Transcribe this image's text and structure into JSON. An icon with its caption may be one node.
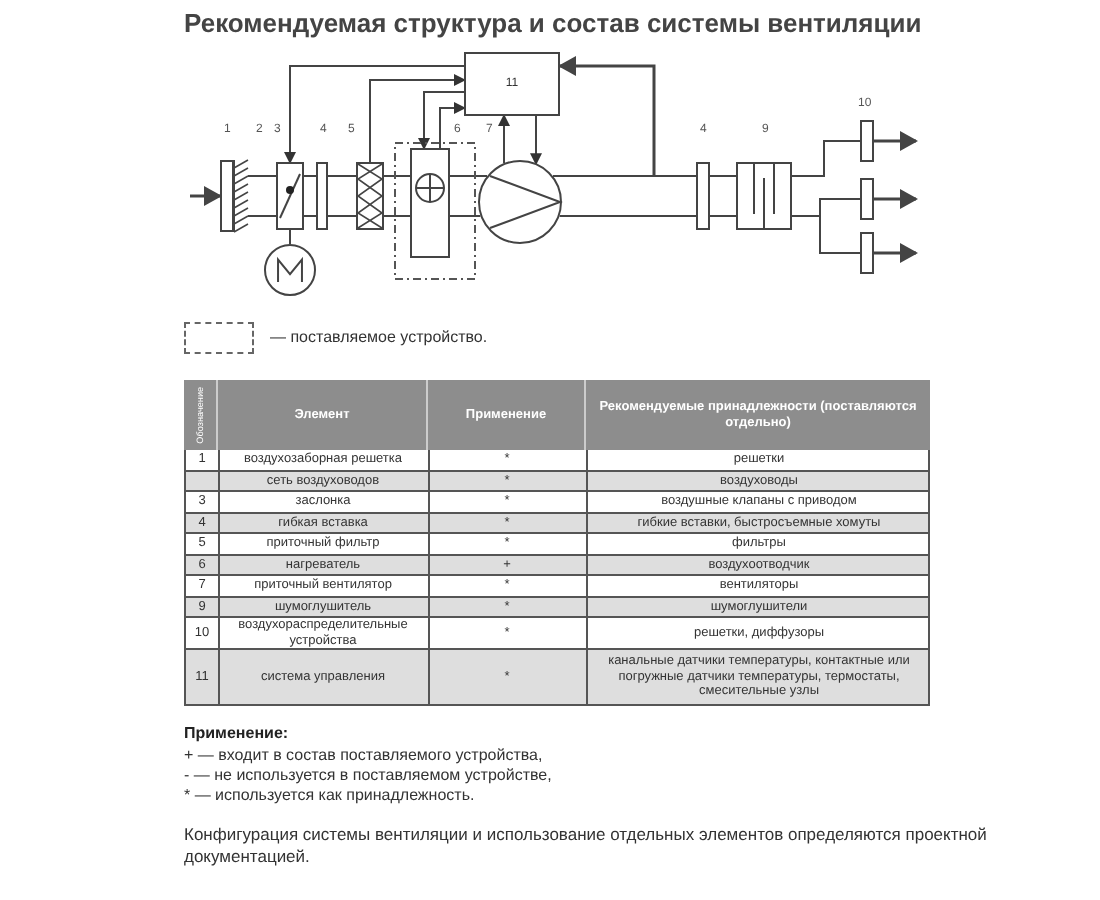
{
  "diagram": {
    "title": "Рекомендуемая структура и состав системы вентиляции",
    "nodes": [
      {
        "text": [
          "11"
        ]
      },
      {
        "text": [],
        "shape": "grille"
      },
      {
        "text": [],
        "shape": "box"
      },
      {
        "text": [],
        "shape": "circle"
      },
      {
        "text": [],
        "shape": "box"
      },
      {
        "text": [],
        "shape": "box"
      },
      {
        "text": [],
        "shape": "box"
      },
      {
        "text": [],
        "shape": "box",
        "in": 6
      },
      {
        "text": [],
        "shape": "circle"
      },
      {
        "text": [],
        "shape": "box"
      },
      {
        "text": [],
        "shape": "box"
      },
      {
        "text": [],
        "shape": "box"
      },
      {
        "text": [],
        "shape": "box"
      },
      {
        "text": [],
        "shape": "box"
      }
    ],
    "edges": [
      {
        "from": null,
        "to": 1,
        "arrow": "to"
      },
      {
        "from": 1,
        "to": 2,
        "arrow": "none"
      },
      {
        "from": 2,
        "to": 4,
        "arrow": "none"
      },
      {
        "from": 4,
        "to": 5,
        "arrow": "none"
      },
      {
        "from": 5,
        "to": 7,
        "arrow": "none"
      },
      {
        "from": 7,
        "to": 8,
        "arrow": "none"
      },
      {
        "from": 8,
        "to": 9,
        "arrow": "none"
      },
      {
        "from": 9,
        "to": 10,
        "arrow": "none"
      },
      {
        "from": 10,
        "to": 11,
        "arrow": "none"
      },
      {
        "from": 10,
        "to": 12,
        "arrow": "none"
      },
      {
        "from": 10,
        "to": 13,
        "arrow": "none"
      },
      {
        "from": 2,
        "to": 3,
        "arrow": "none"
      },
      {
        "from": 0,
        "to": 2,
        "arrow": "to"
      },
      {
        "from": 5,
        "to": 0,
        "arrow": "to"
      },
      {
        "from": 0,
        "to": 7,
        "arrow": "to"
      },
      {
        "from": 7,
        "to": 0,
        "arrow": "to"
      },
      {
        "from": 8,
        "to": 0,
        "arrow": "to"
      },
      {
        "from": 0,
        "to": 8,
        "arrow": "to"
      },
      {
        "from": null,
        "to": 0,
        "arrow": "to"
      },
      {
        "from": 11,
        "to": null,
        "arrow": "to"
      },
      {
        "from": 12,
        "to": null,
        "arrow": "to"
      },
      {
        "from": 13,
        "to": null,
        "arrow": "to"
      }
    ],
    "labels": [
      "1",
      "2",
      "3",
      "4",
      "5",
      "6",
      "7",
      "4",
      "9",
      "10",
      "Обозначение",
      "Элемент",
      "Применение",
      "Рекомендуемые принадлежности (поставляются отдельно)",
      "1",
      "воздухозаборная решетка",
      "*",
      "решетки",
      "сеть воздуховодов",
      "*",
      "воздуховоды",
      "3",
      "заслонка",
      "*",
      "воздушные клапаны с приводом",
      "4",
      "гибкая вставка",
      "*",
      "гибкие вставки, быстросъемные хомуты",
      "5",
      "приточный фильтр",
      "*",
      "фильтры",
      "6",
      "нагреватель",
      "+",
      "воздухоотводчик",
      "7",
      "приточный вентилятор",
      "*",
      "вентиляторы",
      "9",
      "шумоглушитель",
      "*",
      "шумоглушители",
      "10",
      "воздухораспределительные устройства",
      "*",
      "решетки, диффузоры",
      "11",
      "система управления",
      "*",
      "канальные датчики температуры, контактные или погружные датчики температуры, термостаты, смесительные узлы",
      "Применение:",
      "+ — входит в состав поставляемого устройства,",
      "- — не используется в поставляемом устройстве,",
      "* — используется как принадлежность.",
      "Конфигурация системы вентиляции и использование отдельных элементов определяются проектной документацией."
    ],
    "legend": [
      {
        "text": "— поставляемое устройство."
      }
    ]
  }
}
